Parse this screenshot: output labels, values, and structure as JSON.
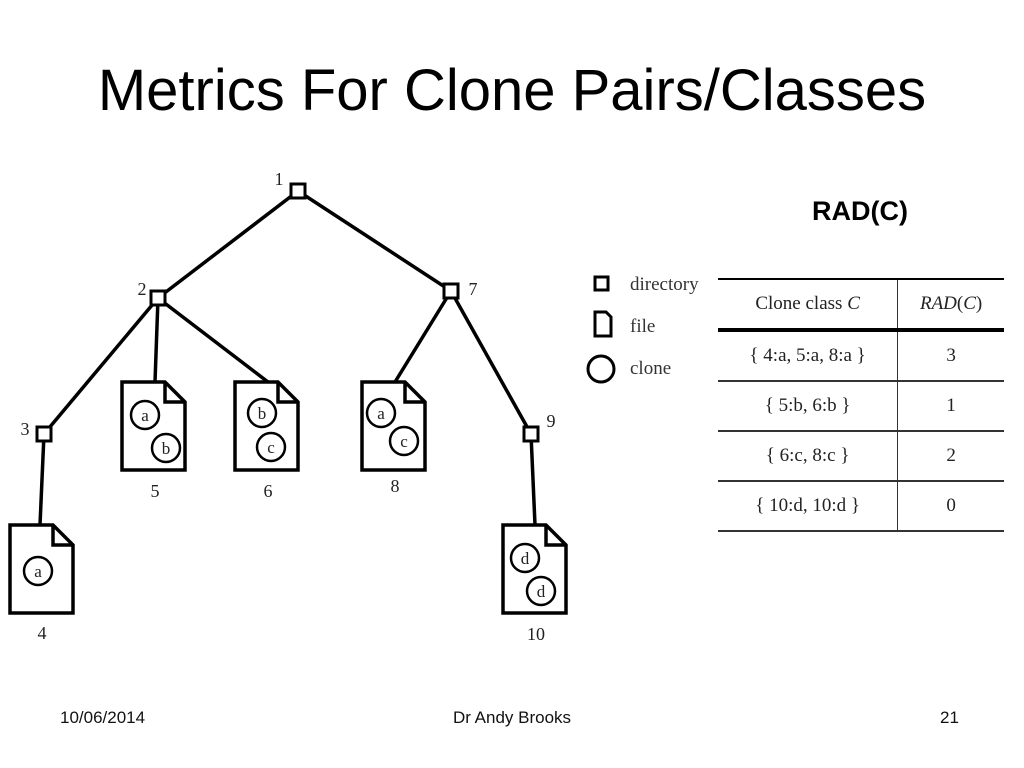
{
  "slide": {
    "title": "Metrics For Clone Pairs/Classes",
    "rad_heading": "RAD(C)"
  },
  "legend": {
    "directory": "directory",
    "file": "file",
    "clone": "clone"
  },
  "tree": {
    "directories": [
      {
        "id": "1",
        "label": "1"
      },
      {
        "id": "2",
        "label": "2"
      },
      {
        "id": "3",
        "label": "3"
      },
      {
        "id": "7",
        "label": "7"
      },
      {
        "id": "9",
        "label": "9"
      }
    ],
    "files": [
      {
        "id": "4",
        "label": "4",
        "clones": [
          "a"
        ]
      },
      {
        "id": "5",
        "label": "5",
        "clones": [
          "a",
          "b"
        ]
      },
      {
        "id": "6",
        "label": "6",
        "clones": [
          "b",
          "c"
        ]
      },
      {
        "id": "8",
        "label": "8",
        "clones": [
          "a",
          "c"
        ]
      },
      {
        "id": "10",
        "label": "10",
        "clones": [
          "d",
          "d"
        ]
      }
    ],
    "edges": [
      [
        "1",
        "2"
      ],
      [
        "1",
        "7"
      ],
      [
        "2",
        "3"
      ],
      [
        "2",
        "5"
      ],
      [
        "2",
        "6"
      ],
      [
        "3",
        "4"
      ],
      [
        "7",
        "8"
      ],
      [
        "7",
        "9"
      ],
      [
        "9",
        "10"
      ]
    ]
  },
  "table": {
    "header_prefix": "Clone class ",
    "header_var": "C",
    "header_metric": "RAD",
    "header_paren_open": "(",
    "header_paren_close": ")",
    "rows": [
      {
        "clone_class": "{ 4:a, 5:a, 8:a }",
        "rad": "3"
      },
      {
        "clone_class": "{ 5:b, 6:b }",
        "rad": "1"
      },
      {
        "clone_class": "{ 6:c, 8:c }",
        "rad": "2"
      },
      {
        "clone_class": "{ 10:d, 10:d }",
        "rad": "0"
      }
    ]
  },
  "footer": {
    "date": "10/06/2014",
    "author": "Dr Andy Brooks",
    "page": "21"
  }
}
